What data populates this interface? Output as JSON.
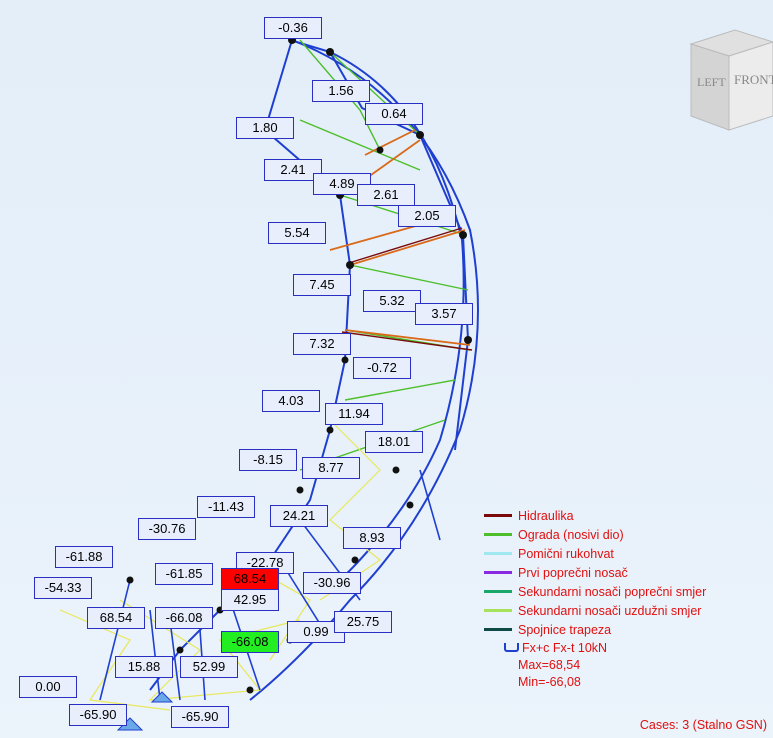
{
  "viewcube": {
    "left_label": "LEFT",
    "front_label": "FRONT"
  },
  "labels": {
    "l01": "-0.36",
    "l02": "1.56",
    "l03": "0.64",
    "l04": "1.80",
    "l05": "2.41",
    "l06": "4.89",
    "l07": "2.61",
    "l08": "2.05",
    "l09": "5.54",
    "l10": "7.45",
    "l11": "5.32",
    "l12": "3.57",
    "l13": "7.32",
    "l14": "-0.72",
    "l15": "4.03",
    "l16": "11.94",
    "l17": "18.01",
    "l18": "-8.15",
    "l19": "8.77",
    "l20": "-11.43",
    "l21": "24.21",
    "l22": "-30.76",
    "l23": "8.93",
    "l24": "-22.78",
    "l25": "-61.88",
    "l26": "-61.85",
    "l27": "68.54",
    "l28": "-54.33",
    "l29": "42.95",
    "l30": "-30.96",
    "l31": "68.54",
    "l32": "-66.08",
    "l33": "-66.08",
    "l34": "0.99",
    "l35": "25.75",
    "l36": "15.88",
    "l37": "52.99",
    "l38": "0.00",
    "l39": "-65.90",
    "l40": "-65.90"
  },
  "legend": {
    "items": [
      {
        "label": "Hidraulika",
        "color": "#7a0a0a"
      },
      {
        "label": "Ograda (nosivi dio)",
        "color": "#4cbf2a"
      },
      {
        "label": "Pomični rukohvat",
        "color": "#9fe8f0"
      },
      {
        "label": "Prvi poprečni nosač",
        "color": "#8a2be2"
      },
      {
        "label": "Sekundarni nosači poprečni smjer",
        "color": "#1aa86a"
      },
      {
        "label": "Sekundarni nosači uzdužni smjer",
        "color": "#a6e35a"
      },
      {
        "label": "Spojnice trapeza",
        "color": "#0f4b46"
      }
    ],
    "force_label": "Fx+c Fx-t  10kN",
    "max_label": "Max=68,54",
    "min_label": "Min=-66,08"
  },
  "cases": "Cases: 3 (Stalno GSN)",
  "colors": {
    "max_highlight": "#ff0000",
    "min_highlight": "#22ee22",
    "label_border": "#2a2fc4",
    "member": "#1f3fd0"
  }
}
